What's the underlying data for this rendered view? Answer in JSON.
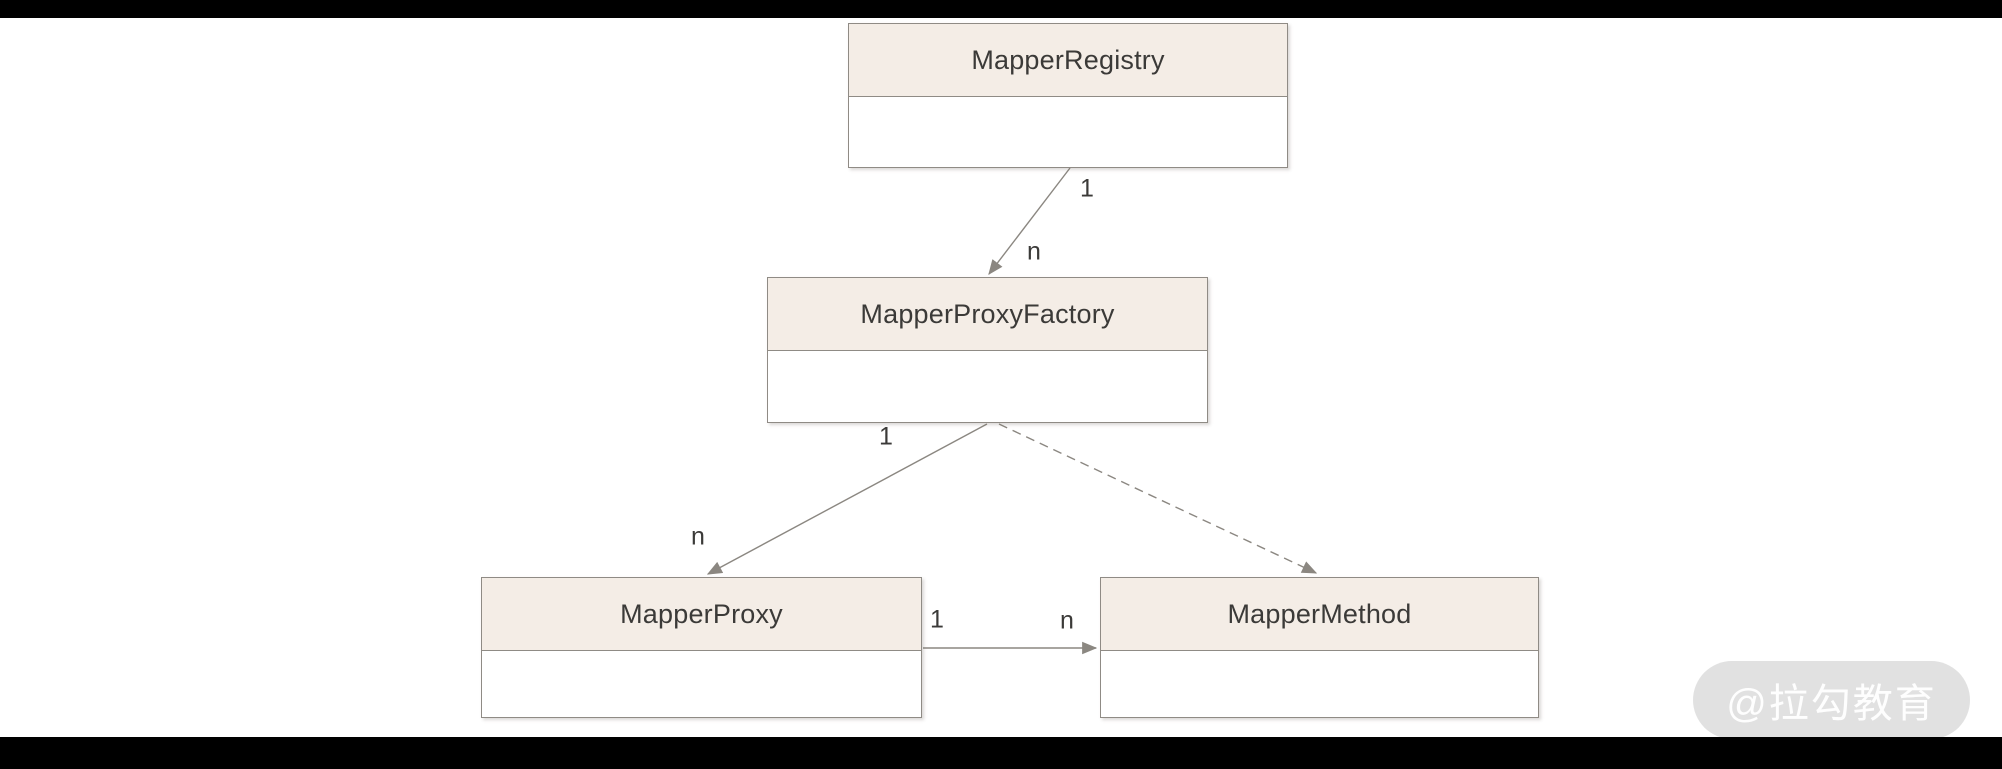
{
  "frame": {
    "kind": "uml-class-diagram-video-frame",
    "background": "#ffffff",
    "letterbox_color": "#000000"
  },
  "diagram": {
    "nodes": [
      {
        "name": "MapperRegistry"
      },
      {
        "name": "MapperProxyFactory"
      },
      {
        "name": "MapperProxy"
      },
      {
        "name": "MapperMethod"
      }
    ],
    "edges": [
      {
        "from": "MapperRegistry",
        "to": "MapperProxyFactory",
        "style": "solid",
        "source_label": "1",
        "target_label": "n"
      },
      {
        "from": "MapperProxyFactory",
        "to": "MapperProxy",
        "style": "solid",
        "source_label": "1",
        "target_label": "n"
      },
      {
        "from": "MapperProxyFactory",
        "to": "MapperMethod",
        "style": "dashed"
      },
      {
        "from": "MapperProxy",
        "to": "MapperMethod",
        "style": "solid",
        "source_label": "1",
        "target_label": "n"
      }
    ]
  },
  "watermark": {
    "text": "@拉勾教育"
  },
  "colors": {
    "node_header_fill": "#f4ede6",
    "node_body_fill": "#ffffff",
    "node_border": "#8f8b85",
    "connector": "#8b8781",
    "label_text": "#3b3a38",
    "watermark_pill": "#e1e1e1",
    "watermark_text": "#ffffff"
  }
}
